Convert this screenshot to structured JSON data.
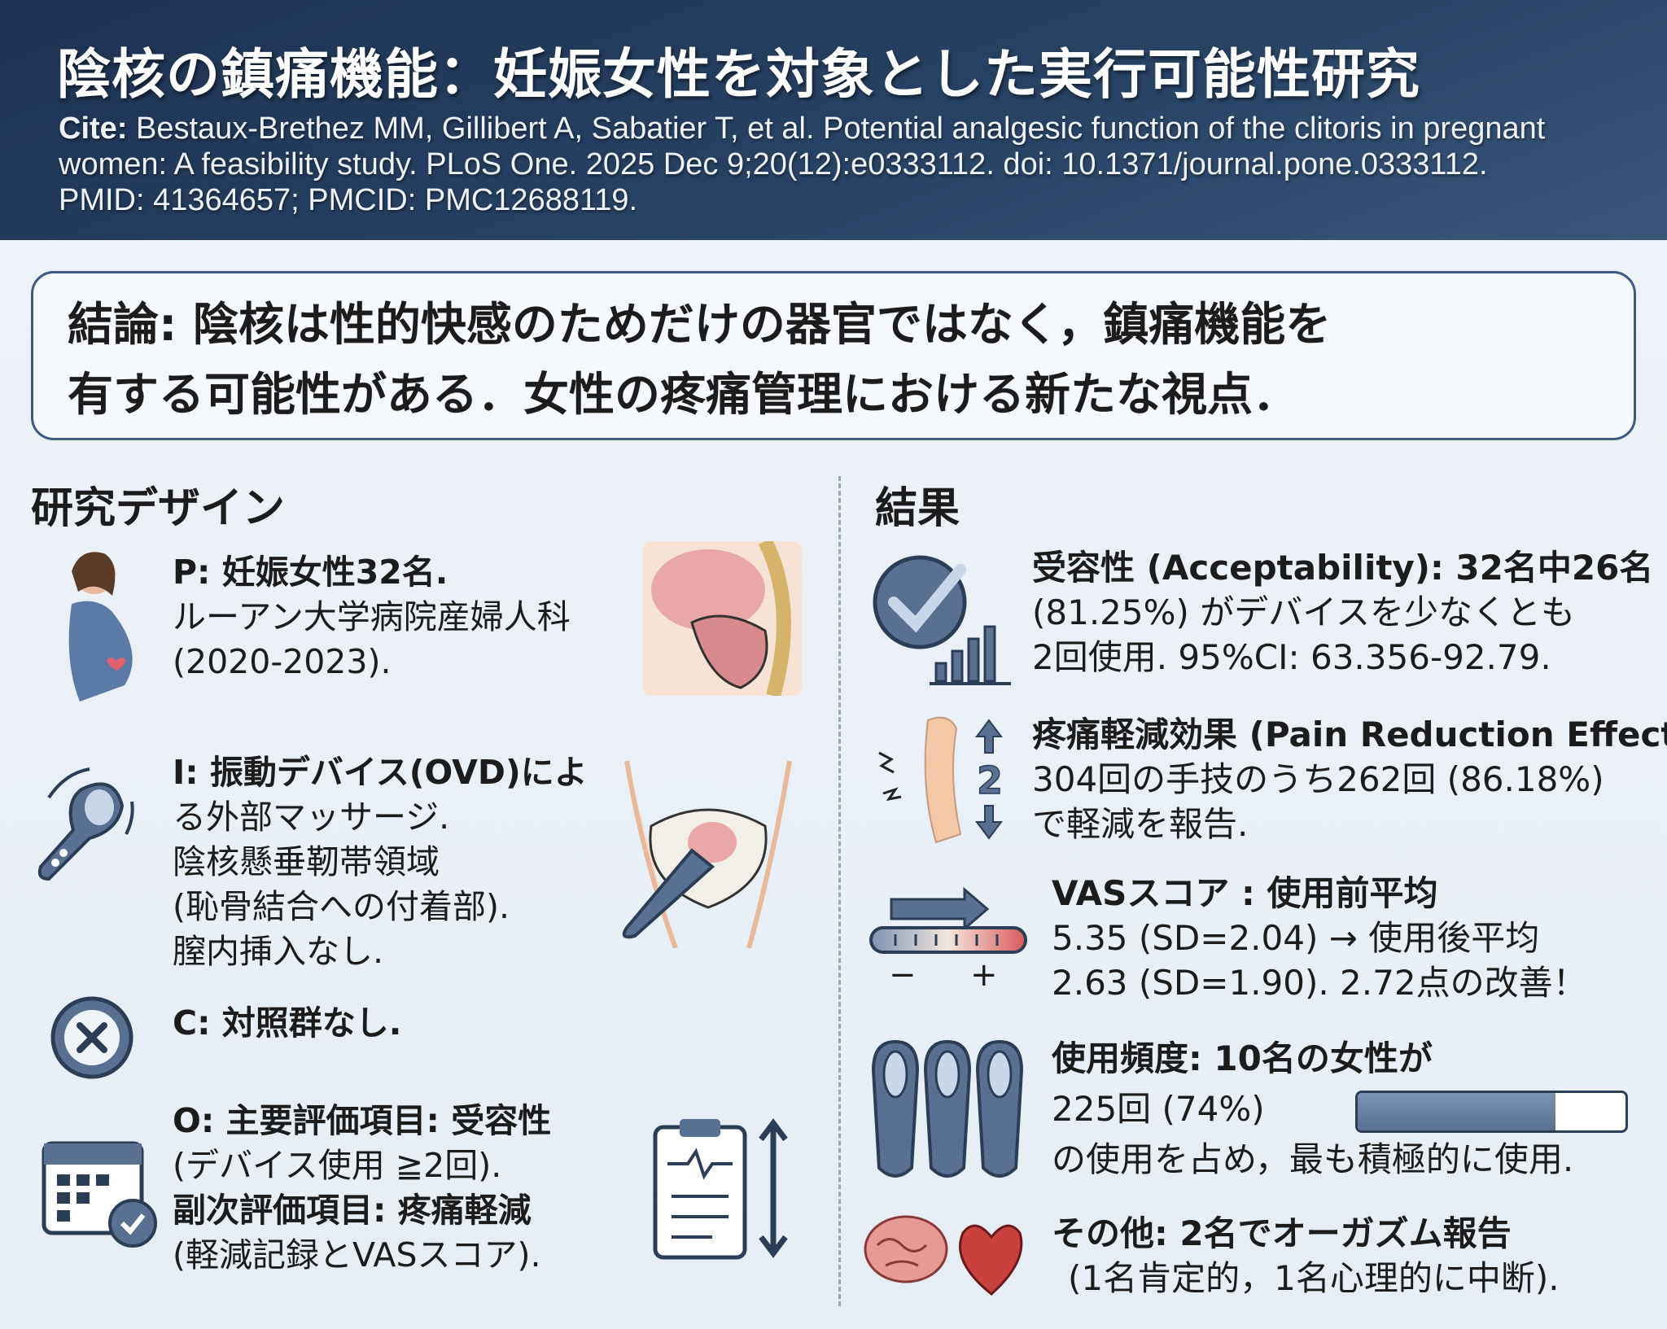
{
  "header": {
    "title": "陰核の鎮痛機能：妊娠女性を対象とした実行可能性研究",
    "cite_label": "Cite:",
    "cite_lines": [
      "Bestaux-Brethez MM, Gillibert A, Sabatier T, et al. Potential analgesic function of the clitoris in pregnant",
      "women: A feasibility study. PLoS One. 2025 Dec 9;20(12):e0333112. doi: 10.1371/journal.pone.0333112.",
      "PMID: 41364657; PMCID: PMC12688119."
    ]
  },
  "conclusion": {
    "lines": [
      "結論: 陰核は性的快感のためだけの器官ではなく，鎮痛機能を",
      "有する可能性がある．女性の疼痛管理における新たな視点．"
    ]
  },
  "design": {
    "heading": "研究デザイン",
    "p": [
      "P: 妊娠女性32名.",
      "ルーアン大学病院産婦人科",
      "(2020-2023)."
    ],
    "i": [
      "I: 振動デバイス(OVD)によ",
      "る外部マッサージ.",
      "陰核懸垂靭帯領域",
      "(恥骨結合への付着部).",
      "膣内挿入なし."
    ],
    "c": [
      "C: 対照群なし."
    ],
    "o": [
      "O: 主要評価項目: 受容性",
      "(デバイス使用 ≧2回).",
      "副次評価項目: 疼痛軽減",
      "(軽減記録とVASスコア)."
    ]
  },
  "results": {
    "heading": "結果",
    "acceptability": [
      "受容性 (Acceptability): 32名中26名",
      "(81.25%) がデバイスを少なくとも",
      "2回使用.  95%CI: 63.356-92.79."
    ],
    "pain": [
      "疼痛軽減効果 (Pain Reduction Effect):",
      "304回の手技のうち262回 (86.18%)",
      "で軽減を報告."
    ],
    "pain_icon_number": "2",
    "vas": [
      "VASスコア : 使用前平均",
      "5.35 (SD=2.04) → 使用後平均",
      "2.63 (SD=1.90). 2.72点の改善！"
    ],
    "vas_scale": {
      "minus": "−",
      "plus": "+"
    },
    "usage": [
      "使用頻度: 10名の女性が",
      "225回 (74%)",
      "の使用を占め，最も積極的に使用."
    ],
    "usage_percent": 74,
    "other": [
      "その他: 2名でオーガズム報告",
      "(1名肯定的，1名心理的に中断)."
    ]
  },
  "colors": {
    "navy": "#1d3150",
    "accent": "#5a7090",
    "border": "#3d5a80"
  }
}
